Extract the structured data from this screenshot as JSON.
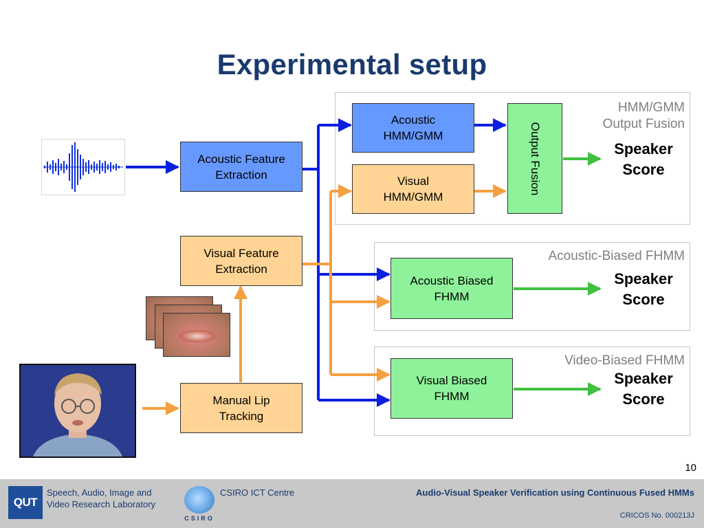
{
  "slide": {
    "title": "Experimental setup",
    "page_number": "10"
  },
  "groups": {
    "hmm_fusion": "HMM/GMM\nOutput Fusion",
    "acoustic_fhmm": "Acoustic-Biased FHMM",
    "video_fhmm": "Video-Biased FHMM"
  },
  "boxes": {
    "acoustic_feature": "Acoustic Feature\nExtraction",
    "visual_feature": "Visual Feature\nExtraction",
    "manual_lip": "Manual Lip\nTracking",
    "acoustic_hmm": "Acoustic\nHMM/GMM",
    "visual_hmm": "Visual\nHMM/GMM",
    "output_fusion": "Output Fusion",
    "acoustic_biased": "Acoustic Biased\nFHMM",
    "visual_biased": "Visual Biased\nFHMM"
  },
  "outputs": {
    "score_1": "Speaker\nScore",
    "score_2": "Speaker\nScore",
    "score_3": "Speaker\nScore"
  },
  "footer": {
    "lab": "Speech, Audio, Image and\nVideo Research Laboratory",
    "qut_logo_text": "QUT",
    "centre": "CSIRO ICT Centre",
    "csiro_logo_text": "CSIRO",
    "presentation_title": "Audio-Visual Speaker Verification using Continuous Fused HMMs",
    "cricos": "CRICOS No. 000213J"
  },
  "colors": {
    "acoustic_path": "#0a1ee0",
    "visual_path": "#f5a040",
    "score_arrow": "#40c040",
    "title": "#1a3a6e"
  },
  "icons": {
    "waveform": "audio-waveform-icon",
    "lips": "lip-region-image",
    "face": "speaker-face-photo"
  }
}
